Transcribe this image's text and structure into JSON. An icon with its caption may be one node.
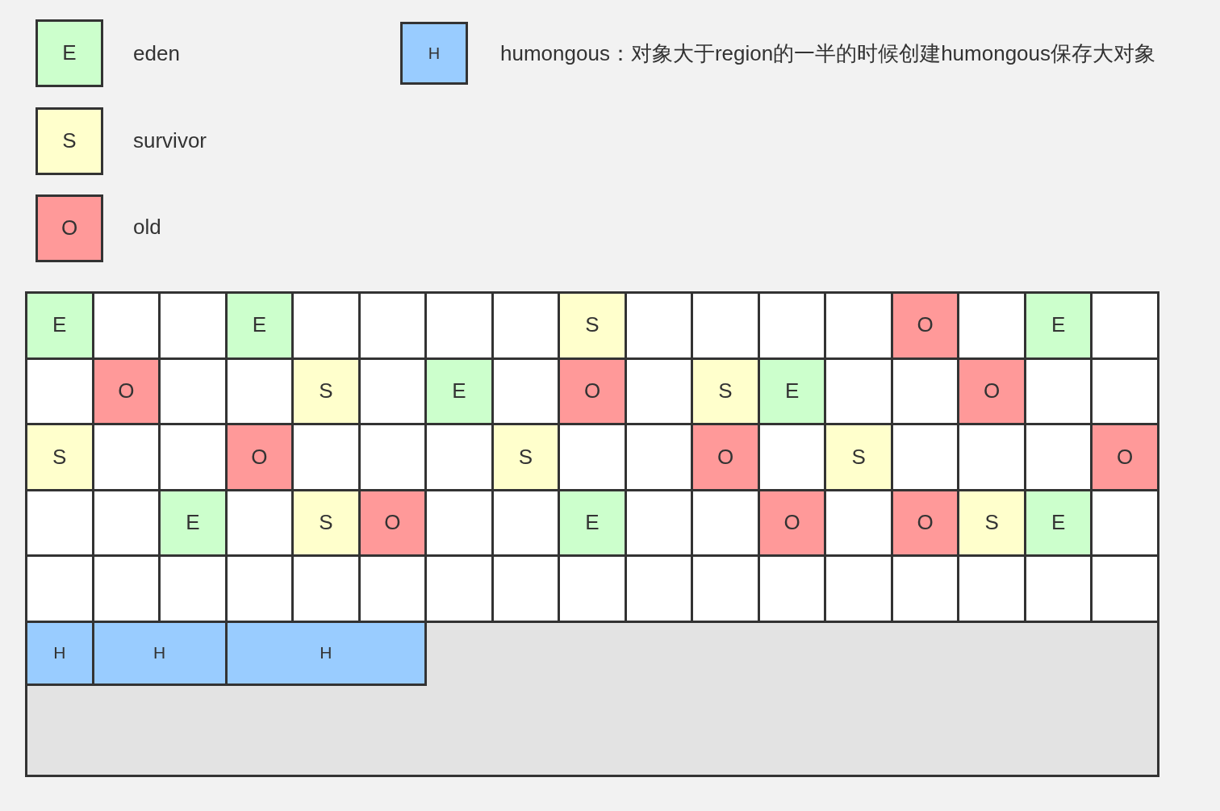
{
  "diagram": {
    "nodes": [
      {
        "text": [
          "E"
        ]
      },
      {
        "text": [],
        "shape": "box"
      },
      {
        "text": [],
        "shape": "box"
      },
      {
        "text": [
          "E"
        ]
      },
      {
        "text": [],
        "shape": "box"
      },
      {
        "text": [],
        "shape": "box"
      },
      {
        "text": [],
        "shape": "box"
      },
      {
        "text": [],
        "shape": "box"
      },
      {
        "text": [
          "S"
        ]
      },
      {
        "text": [],
        "shape": "box"
      },
      {
        "text": [],
        "shape": "box"
      },
      {
        "text": [],
        "shape": "box"
      },
      {
        "text": [],
        "shape": "box"
      },
      {
        "text": [
          "O"
        ]
      },
      {
        "text": [],
        "shape": "box"
      },
      {
        "text": [
          "E"
        ]
      },
      {
        "text": [],
        "shape": "box"
      },
      {
        "text": [],
        "shape": "box"
      },
      {
        "text": [
          "O"
        ]
      },
      {
        "text": [],
        "shape": "box"
      },
      {
        "text": [],
        "shape": "box"
      },
      {
        "text": [
          "S"
        ]
      },
      {
        "text": [],
        "shape": "box"
      },
      {
        "text": [
          "E"
        ]
      },
      {
        "text": [],
        "shape": "box"
      },
      {
        "text": [
          "O"
        ]
      },
      {
        "text": [],
        "shape": "box"
      },
      {
        "text": [
          "S"
        ]
      },
      {
        "text": [
          "E"
        ]
      },
      {
        "text": [],
        "shape": "box"
      },
      {
        "text": [],
        "shape": "box"
      },
      {
        "text": [
          "O"
        ]
      },
      {
        "text": [],
        "shape": "box"
      },
      {
        "text": [],
        "shape": "box"
      },
      {
        "text": [
          "S"
        ]
      },
      {
        "text": [],
        "shape": "box"
      },
      {
        "text": [],
        "shape": "box"
      },
      {
        "text": [
          "O"
        ]
      },
      {
        "text": [],
        "shape": "box"
      },
      {
        "text": [],
        "shape": "box"
      },
      {
        "text": [],
        "shape": "box"
      },
      {
        "text": [
          "S"
        ]
      },
      {
        "text": [],
        "shape": "box"
      },
      {
        "text": [],
        "shape": "box"
      },
      {
        "text": [
          "O"
        ]
      },
      {
        "text": [],
        "shape": "box"
      },
      {
        "text": [
          "S"
        ]
      },
      {
        "text": [],
        "shape": "box"
      },
      {
        "text": [],
        "shape": "box"
      },
      {
        "text": [],
        "shape": "box"
      },
      {
        "text": [
          "O"
        ]
      },
      {
        "text": [],
        "shape": "box"
      },
      {
        "text": [],
        "shape": "box"
      },
      {
        "text": [
          "E"
        ]
      },
      {
        "text": [],
        "shape": "box"
      },
      {
        "text": [
          "S"
        ]
      },
      {
        "text": [
          "O"
        ]
      },
      {
        "text": [],
        "shape": "box"
      },
      {
        "text": [],
        "shape": "box"
      },
      {
        "text": [
          "E"
        ]
      },
      {
        "text": [],
        "shape": "box"
      },
      {
        "text": [],
        "shape": "box"
      },
      {
        "text": [
          "O"
        ]
      },
      {
        "text": [],
        "shape": "box"
      },
      {
        "text": [
          "O"
        ]
      },
      {
        "text": [
          "S"
        ]
      },
      {
        "text": [
          "E"
        ]
      },
      {
        "text": [],
        "shape": "box"
      },
      {
        "text": [],
        "shape": "box"
      },
      {
        "text": [],
        "shape": "box"
      },
      {
        "text": [],
        "shape": "box"
      },
      {
        "text": [],
        "shape": "box"
      },
      {
        "text": [],
        "shape": "box"
      },
      {
        "text": [],
        "shape": "box"
      },
      {
        "text": [],
        "shape": "box"
      },
      {
        "text": [],
        "shape": "box"
      },
      {
        "text": [],
        "shape": "box"
      },
      {
        "text": [],
        "shape": "box"
      },
      {
        "text": [],
        "shape": "box"
      },
      {
        "text": [],
        "shape": "box"
      },
      {
        "text": [],
        "shape": "box"
      },
      {
        "text": [],
        "shape": "box"
      },
      {
        "text": [],
        "shape": "box"
      },
      {
        "text": [],
        "shape": "box"
      },
      {
        "text": [],
        "shape": "box"
      },
      {
        "text": [],
        "shape": "box"
      },
      {
        "text": [
          "H"
        ],
        "in": 85
      },
      {
        "text": [
          "H"
        ],
        "in": 85
      },
      {
        "text": [
          "H"
        ],
        "in": 85
      }
    ],
    "labels": [
      "E",
      "H",
      "S",
      "O"
    ],
    "legend": [
      {
        "text": "eden",
        "color": "#ccffcc"
      },
      {
        "text": "humongous：对象大于region的一半的时候创建humongous保存大对象",
        "color": "#99ccff"
      },
      {
        "text": "survivor",
        "color": "#ffffcc"
      },
      {
        "text": "old",
        "color": "#ff9999"
      }
    ]
  }
}
